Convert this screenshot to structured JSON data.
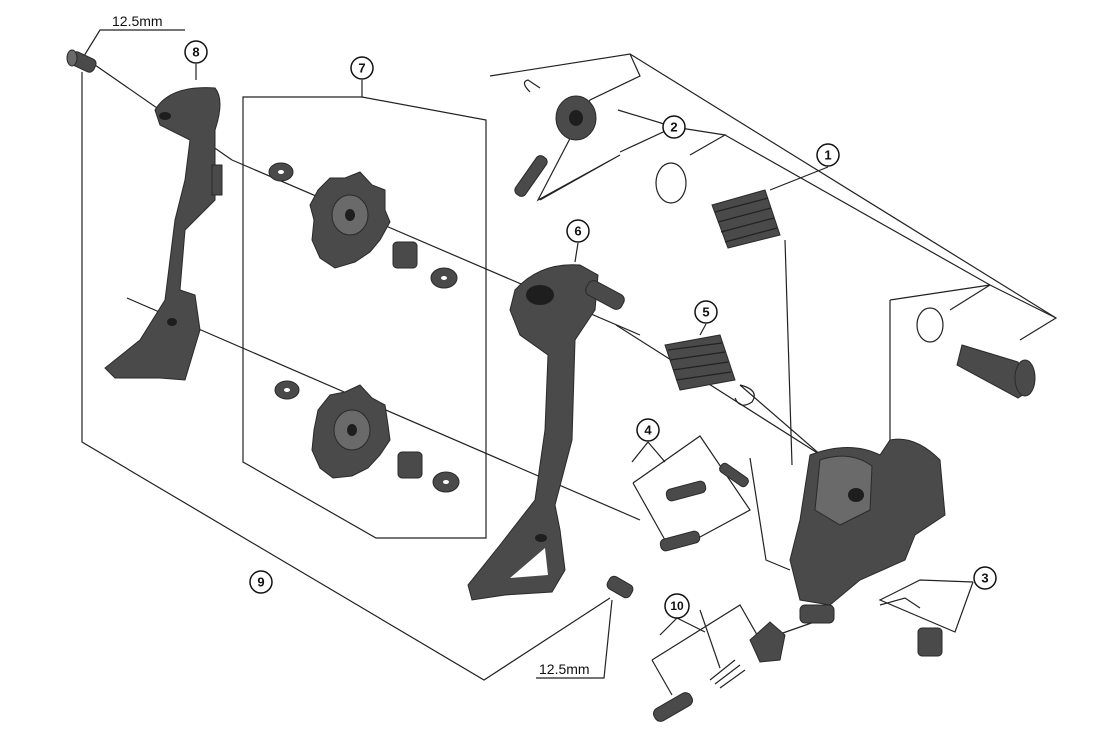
{
  "title": "Rear derailleur exploded parts diagram",
  "callouts": {
    "c1": "1",
    "c2": "2",
    "c3": "3",
    "c4": "4",
    "c5": "5",
    "c6": "6",
    "c7": "7",
    "c8": "8",
    "c9": "9",
    "c10": "10"
  },
  "dimensions": {
    "top_bolt": "12.5mm",
    "bottom_bolt": "12.5mm"
  },
  "colors": {
    "part": "#4a4a4a",
    "line": "#222222"
  }
}
